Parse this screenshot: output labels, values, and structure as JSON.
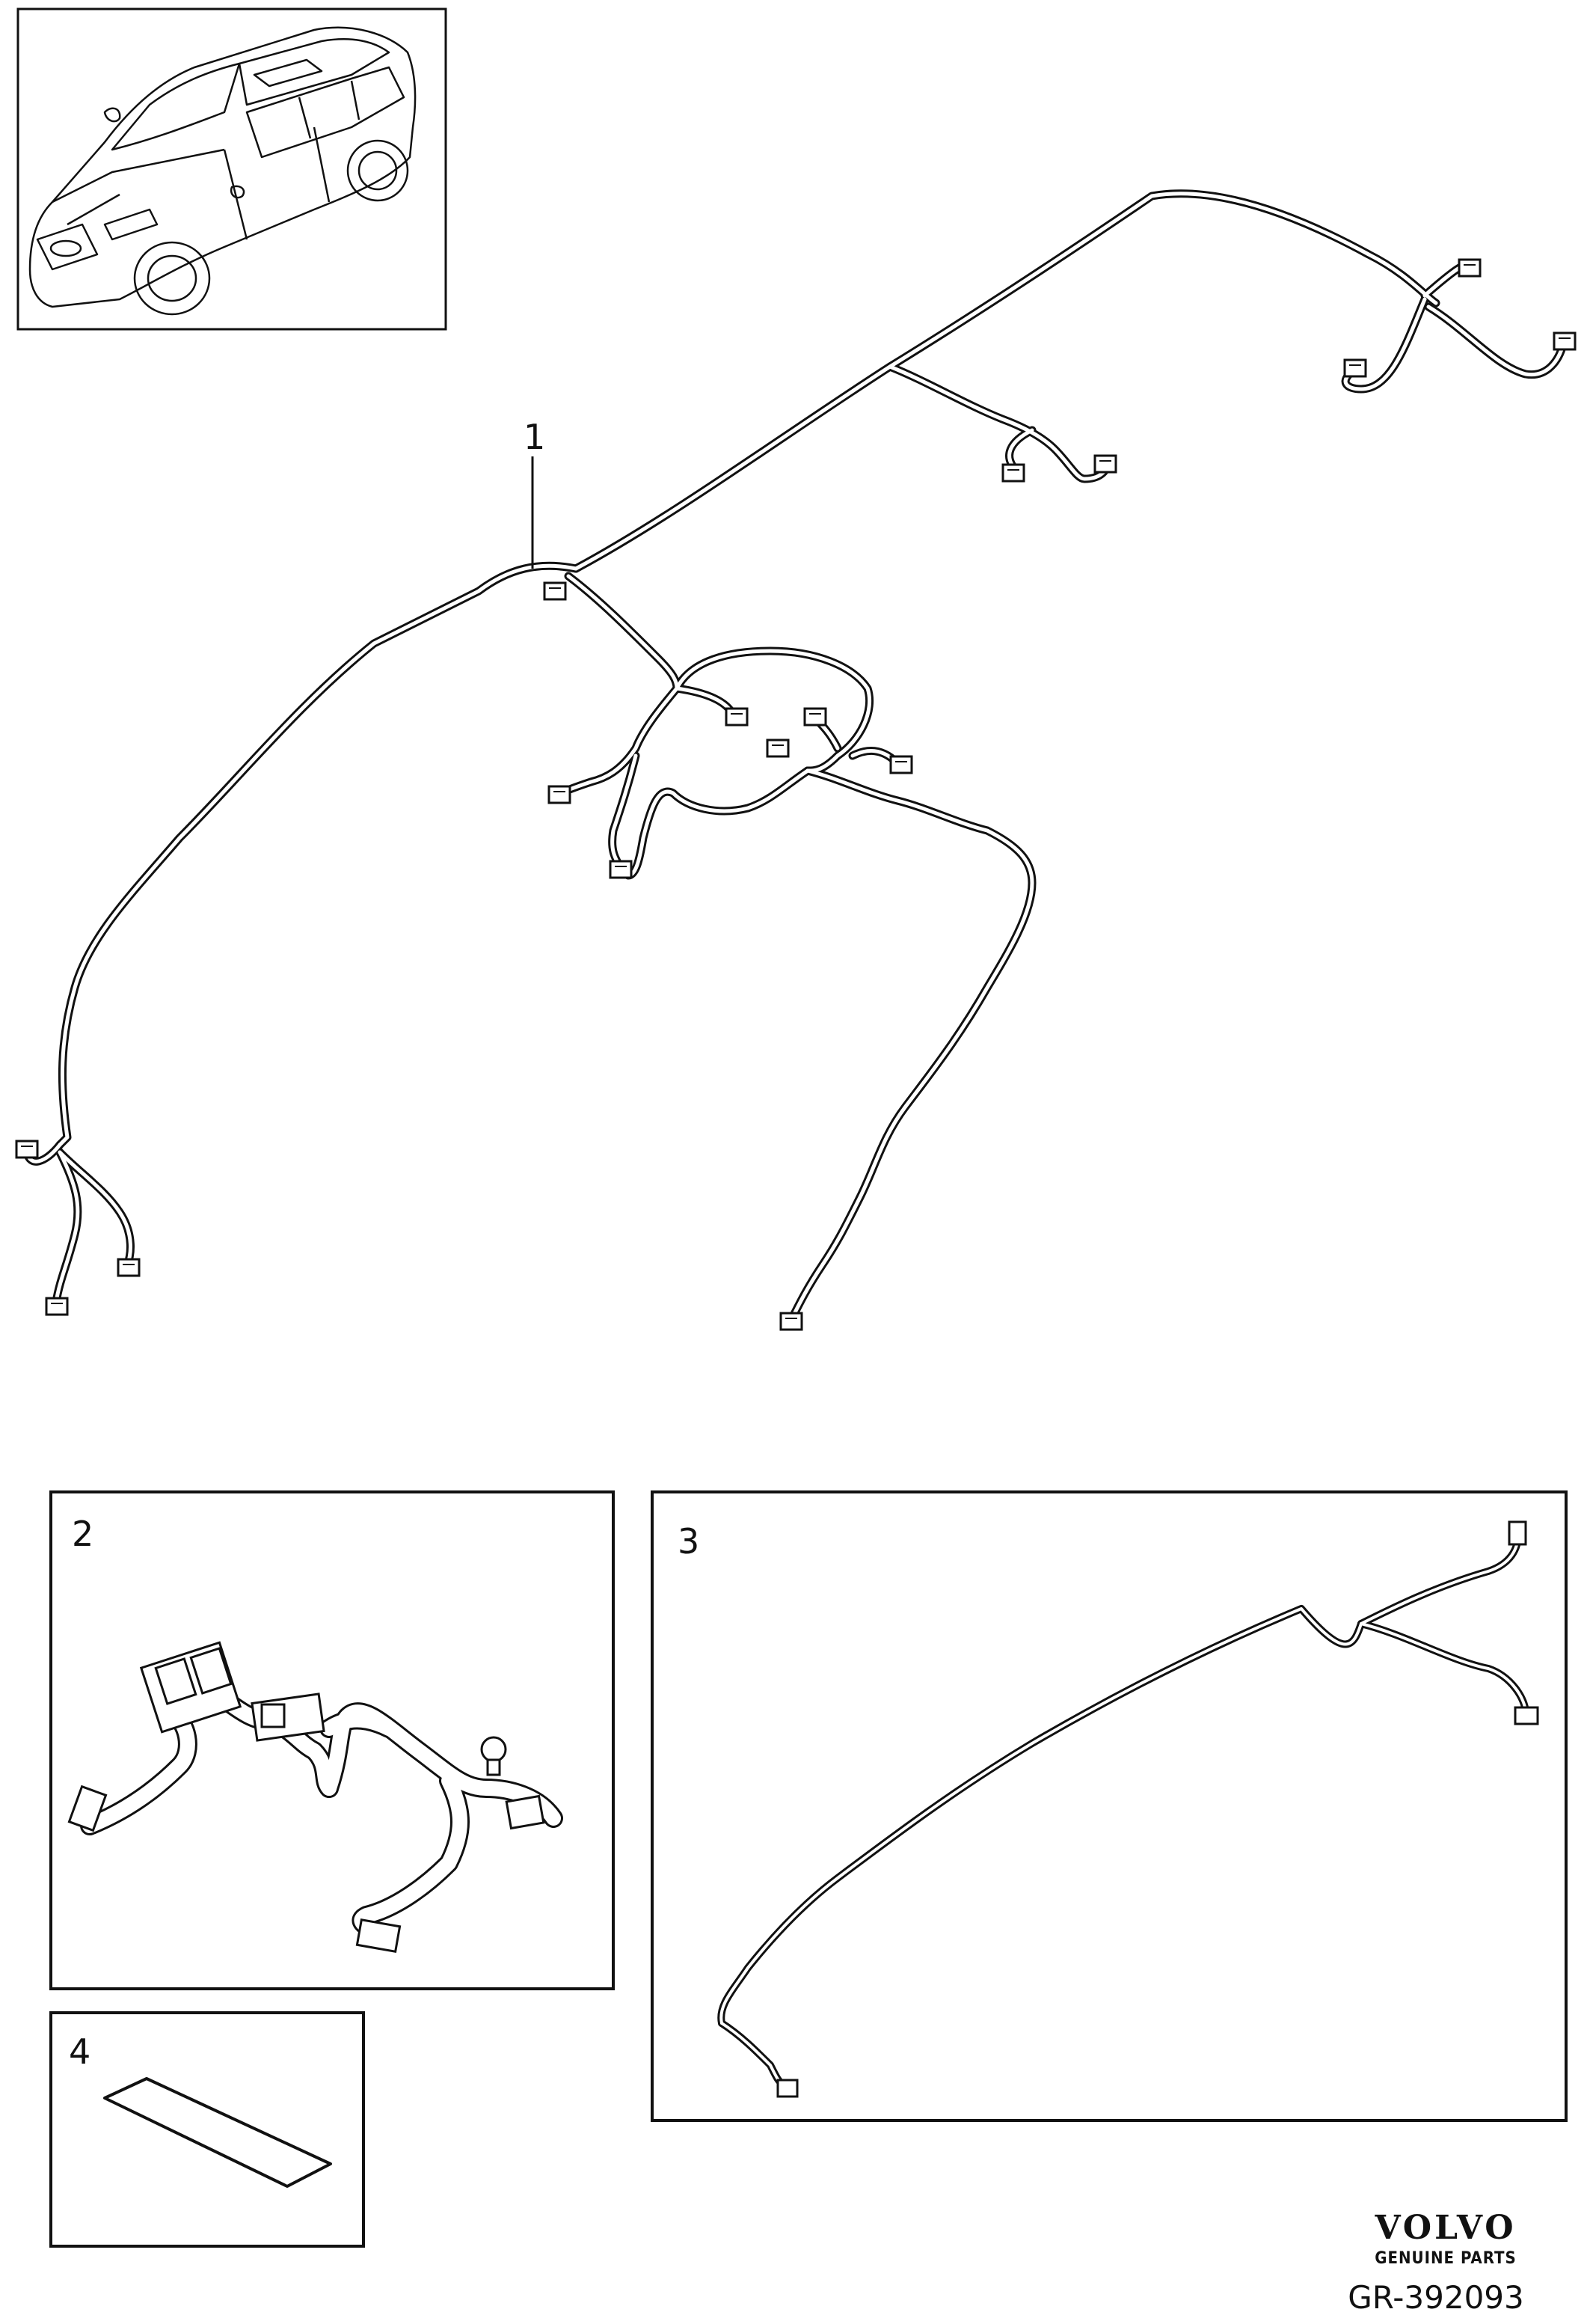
{
  "callouts": {
    "part1": "1",
    "part2": "2",
    "part3": "3",
    "part4": "4"
  },
  "brand": {
    "name": "VOLVO",
    "tagline": "GENUINE PARTS"
  },
  "drawing_number": "GR-392093",
  "colors": {
    "line": "#111111",
    "background": "#ffffff"
  }
}
